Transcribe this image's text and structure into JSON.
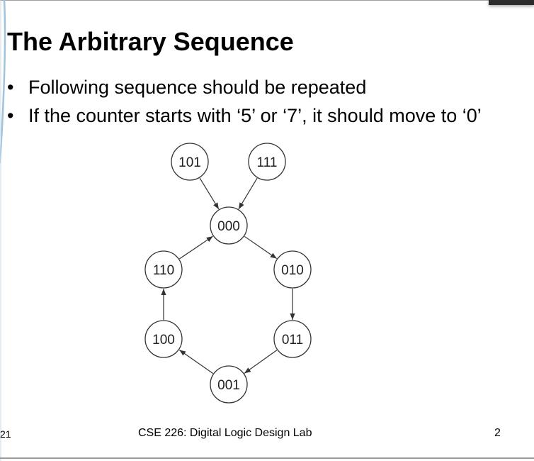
{
  "slide": {
    "title": "The Arbitrary Sequence",
    "bullets": [
      "Following sequence should be repeated",
      "If the counter starts with ‘5’ or ‘7’, it should move to ‘0’"
    ],
    "bullet_glyph": "•"
  },
  "diagram": {
    "nodes": [
      {
        "id": "n101",
        "label": "101"
      },
      {
        "id": "n111",
        "label": "111"
      },
      {
        "id": "n000",
        "label": "000"
      },
      {
        "id": "n110",
        "label": "110"
      },
      {
        "id": "n010",
        "label": "010"
      },
      {
        "id": "n100",
        "label": "100"
      },
      {
        "id": "n011",
        "label": "011"
      },
      {
        "id": "n001",
        "label": "001"
      }
    ],
    "edges": [
      {
        "from": "n101",
        "to": "n000"
      },
      {
        "from": "n111",
        "to": "n000"
      },
      {
        "from": "n000",
        "to": "n010"
      },
      {
        "from": "n010",
        "to": "n011"
      },
      {
        "from": "n011",
        "to": "n001"
      },
      {
        "from": "n001",
        "to": "n100"
      },
      {
        "from": "n100",
        "to": "n110"
      },
      {
        "from": "n110",
        "to": "n000"
      }
    ]
  },
  "footer": {
    "course": "CSE 226: Digital Logic Design Lab",
    "page_number": "2",
    "left_fragment": "21"
  },
  "colors": {
    "node_stroke": "#333333",
    "text": "#000000",
    "accent_curve": "#9fc3dd"
  }
}
